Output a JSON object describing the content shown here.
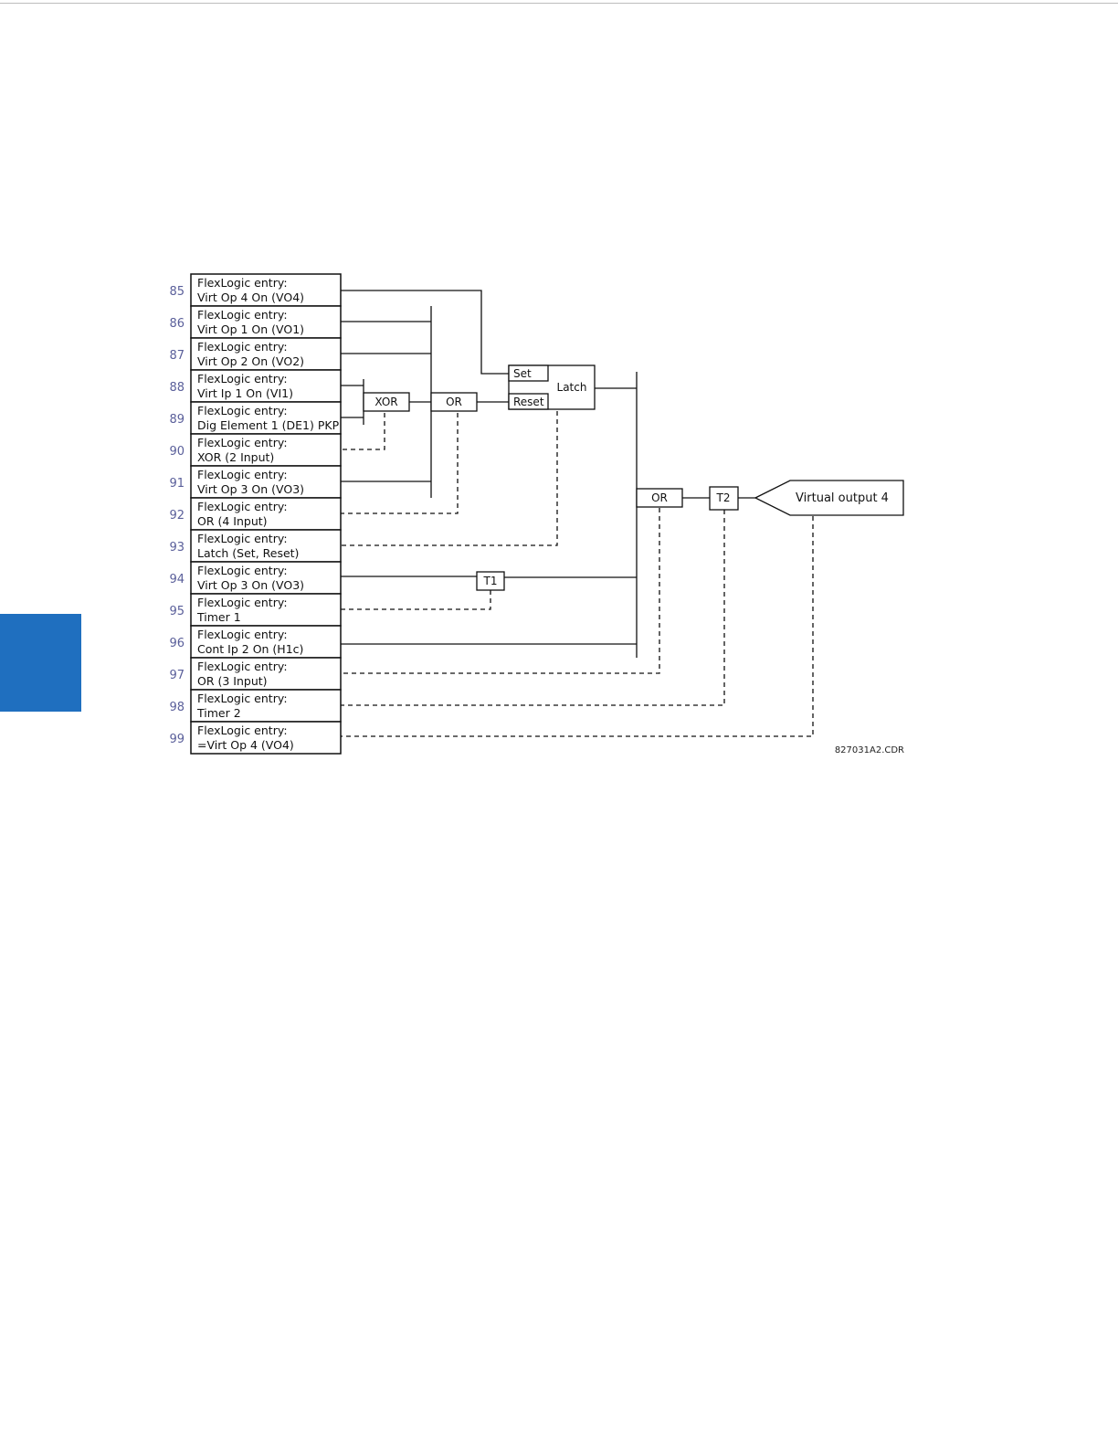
{
  "colors": {
    "accent": "#1f6fbf",
    "line": "#111111",
    "row_number": "#5a5f9a"
  },
  "entries": [
    {
      "number": "85",
      "line1": "FlexLogic entry:",
      "line2": "Virt Op 4 On (VO4)"
    },
    {
      "number": "86",
      "line1": "FlexLogic entry:",
      "line2": "Virt Op 1 On (VO1)"
    },
    {
      "number": "87",
      "line1": "FlexLogic entry:",
      "line2": "Virt Op 2 On (VO2)"
    },
    {
      "number": "88",
      "line1": "FlexLogic entry:",
      "line2": "Virt Ip 1 On (VI1)"
    },
    {
      "number": "89",
      "line1": "FlexLogic entry:",
      "line2": "Dig Element 1 (DE1) PKP"
    },
    {
      "number": "90",
      "line1": "FlexLogic entry:",
      "line2": "XOR (2 Input)"
    },
    {
      "number": "91",
      "line1": "FlexLogic entry:",
      "line2": "Virt Op 3 On (VO3)"
    },
    {
      "number": "92",
      "line1": "FlexLogic entry:",
      "line2": "OR (4 Input)"
    },
    {
      "number": "93",
      "line1": "FlexLogic entry:",
      "line2": "Latch (Set, Reset)"
    },
    {
      "number": "94",
      "line1": "FlexLogic entry:",
      "line2": "Virt Op 3 On (VO3)"
    },
    {
      "number": "95",
      "line1": "FlexLogic entry:",
      "line2": "Timer 1"
    },
    {
      "number": "96",
      "line1": "FlexLogic entry:",
      "line2": "Cont Ip 2 On (H1c)"
    },
    {
      "number": "97",
      "line1": "FlexLogic entry:",
      "line2": "OR (3 Input)"
    },
    {
      "number": "98",
      "line1": "FlexLogic entry:",
      "line2": "Timer 2"
    },
    {
      "number": "99",
      "line1": "FlexLogic entry:",
      "line2": "=Virt Op 4 (VO4)"
    }
  ],
  "gates": {
    "xor": "XOR",
    "or_first": "OR",
    "latch": "Latch",
    "latch_set": "Set",
    "latch_reset": "Reset",
    "timer1": "T1",
    "or_second": "OR",
    "timer2": "T2",
    "output": "Virtual output 4"
  },
  "figure_code": "827031A2.CDR"
}
